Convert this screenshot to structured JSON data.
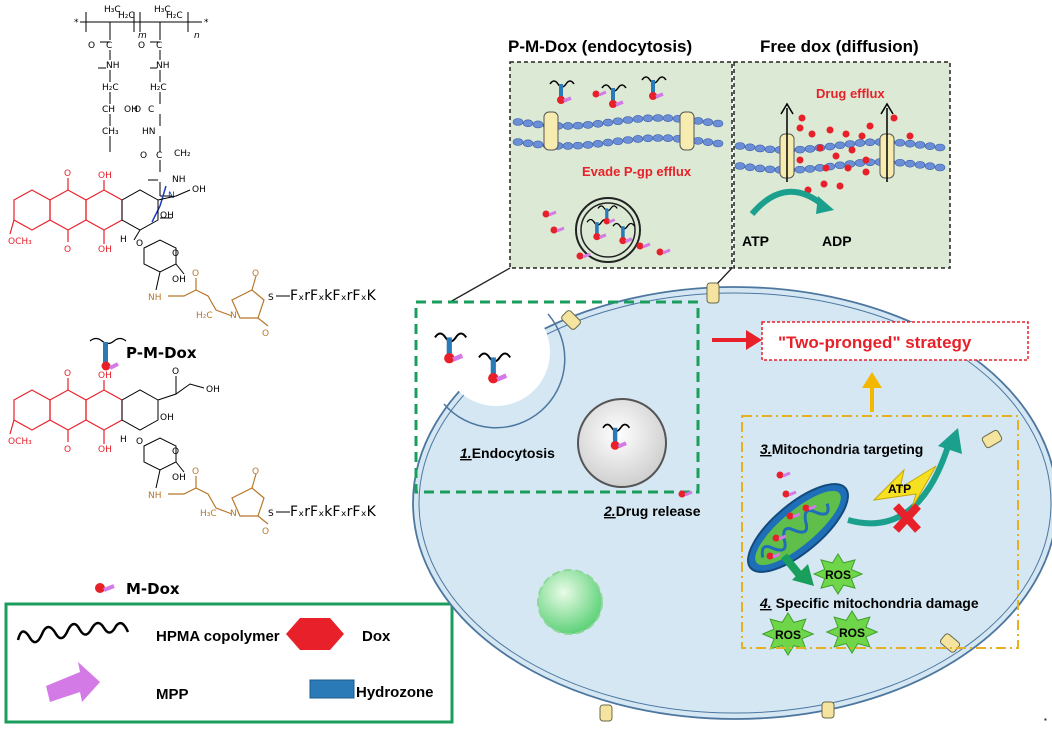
{
  "panels": {
    "pmdox_title": "P-M-Dox (endocytosis)",
    "freedox_title": "Free dox (diffusion)",
    "evade_text": "Evade P-gp efflux",
    "efflux_text": "Drug efflux",
    "atp": "ATP",
    "adp": "ADP"
  },
  "cell": {
    "strategy": "\"Two-pronged\" strategy",
    "step1_num": "1.",
    "step1_text": "Endocytosis",
    "step2_num": "2.",
    "step2_text": "Drug release",
    "step3_num": "3.",
    "step3_text": "Mitochondria targeting",
    "step4_num": "4.",
    "step4_text": " Specific mitochondria damage",
    "atp_bolt": "ATP",
    "ros": "ROS"
  },
  "chem": {
    "pmdox_label": "P-M-Dox",
    "mdox_label": "M-Dox",
    "peptide": "FₓrFₓkFₓrFₓK",
    "atoms": {
      "o": "O",
      "n": "N",
      "nh": "NH",
      "hn": "HN",
      "oh": "OH",
      "s": "S",
      "ch3": "CH₃",
      "ch2": "CH₂",
      "h2c": "H₂C",
      "h3c": "H₃C",
      "och3": "OCH₃",
      "c": "C",
      "ch": "CH",
      "h": "H",
      "m": "m",
      "n_sub": "n",
      "star": "*"
    }
  },
  "legend": {
    "hpma": "HPMA copolymer",
    "dox": "Dox",
    "mpp": "MPP",
    "hydrozone": "Hydrozone"
  },
  "colors": {
    "red_text": "#e8202a",
    "green_border": "#1a9e5c",
    "orange_border": "#e8b020",
    "cell_fill": "#d4e7f3",
    "panel_fill": "#dcead5",
    "dox_red": "#e8202a",
    "mpp_violet": "#d47ae6",
    "hydrazone_blue": "#2a7ab8",
    "peptide_brown": "#b8782a"
  }
}
